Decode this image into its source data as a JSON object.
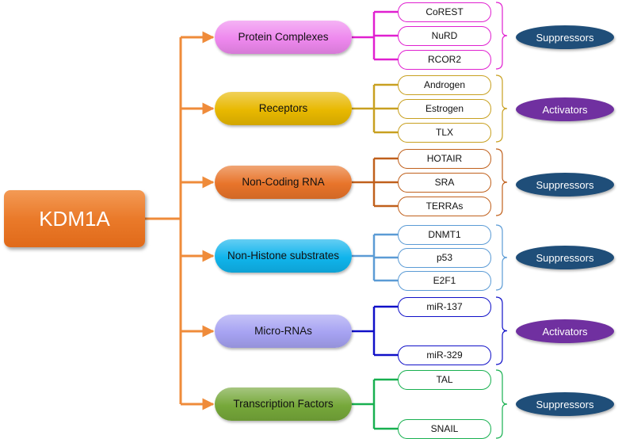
{
  "root": {
    "label": "KDM1A",
    "color": "#ea7a2a"
  },
  "connector_color": "#ef8b3a",
  "categories": [
    {
      "label": "Protein Complexes",
      "color": "#ee88ee",
      "line_color": "#e020d0",
      "leaves": [
        "CoREST",
        "NuRD",
        "RCOR2"
      ],
      "effect": "Suppressors"
    },
    {
      "label": "Receptors",
      "color": "#e8b800",
      "line_color": "#c8a020",
      "leaves": [
        "Androgen",
        "Estrogen",
        "TLX"
      ],
      "effect": "Activators"
    },
    {
      "label": "Non-Coding RNA",
      "color": "#e8742a",
      "line_color": "#c0601c",
      "leaves": [
        "HOTAIR",
        "SRA",
        "TERRAs"
      ],
      "effect": "Suppressors"
    },
    {
      "label": "Non-Histone substrates",
      "color": "#10b4ec",
      "line_color": "#5b9bd5",
      "leaves": [
        "DNMT1",
        "p53",
        "E2F1"
      ],
      "effect": "Suppressors"
    },
    {
      "label": "Micro-RNAs",
      "color": "#a6a2f2",
      "line_color": "#1010c8",
      "leaves": [
        "miR-137",
        "miR-329"
      ],
      "effect": "Activators"
    },
    {
      "label": "Transcription Factors",
      "color": "#76a83a",
      "line_color": "#18b050",
      "leaves": [
        "TAL",
        "SNAIL"
      ],
      "effect": "Suppressors"
    }
  ],
  "effect_colors": {
    "Suppressors": "#1f4e79",
    "Activators": "#7030a0"
  }
}
